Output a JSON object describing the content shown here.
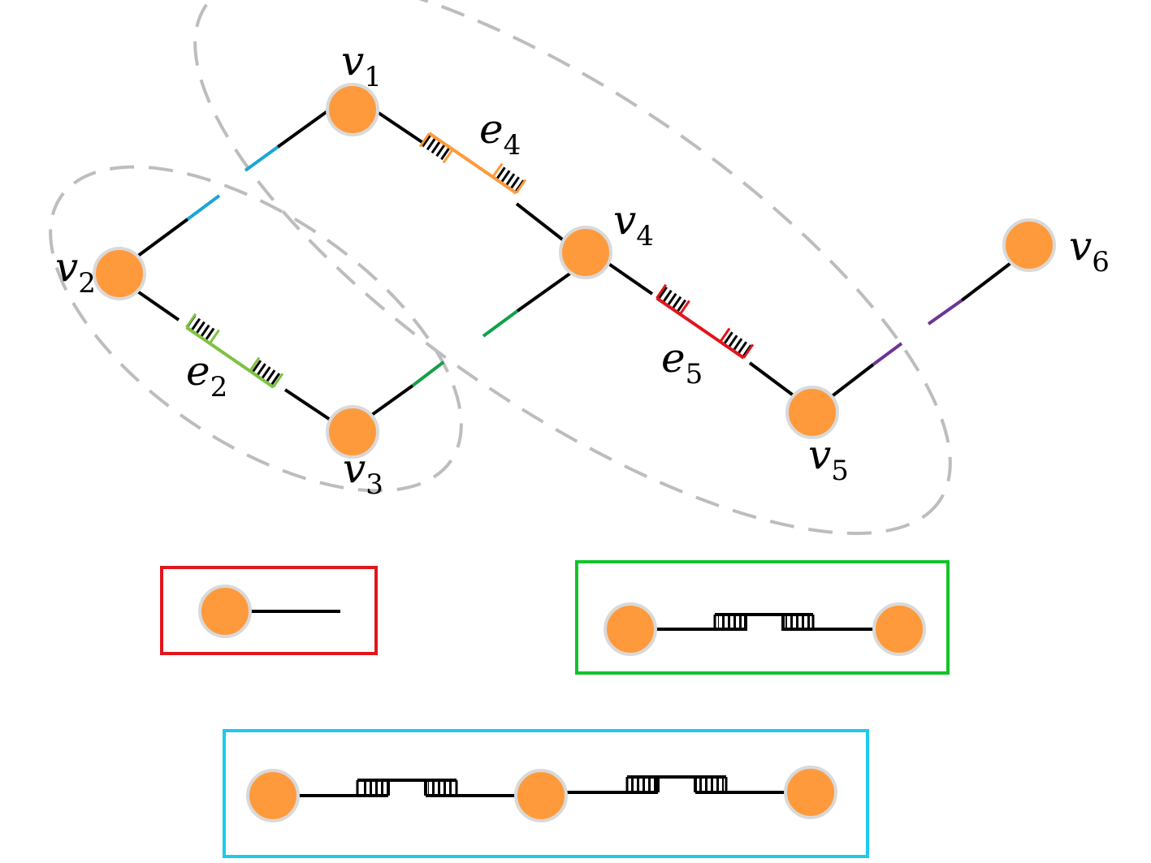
{
  "colors": {
    "node_fill": "#ff9a3c",
    "node_stroke": "#d9d9d9",
    "edge": "#000000",
    "hyperedge_outline": "#bdbdbd",
    "cyan": "#1aa6d6",
    "orange": "#ff9a3c",
    "lime": "#7fc241",
    "green": "#12a04a",
    "red": "#e0161b",
    "purple": "#6b3596",
    "box_red": "#e0161b",
    "box_green": "#12c32b",
    "box_cyan": "#1ec9ec"
  },
  "labels": {
    "v1": {
      "base": "v",
      "sub": "1"
    },
    "v2": {
      "base": "v",
      "sub": "2"
    },
    "v3": {
      "base": "v",
      "sub": "3"
    },
    "v4": {
      "base": "v",
      "sub": "4"
    },
    "v5": {
      "base": "v",
      "sub": "5"
    },
    "v6": {
      "base": "v",
      "sub": "6"
    },
    "e2": {
      "base": "e",
      "sub": "2"
    },
    "e4": {
      "base": "e",
      "sub": "4"
    },
    "e5": {
      "base": "e",
      "sub": "5"
    }
  },
  "legend": {
    "red_box": {
      "icon": "single-node-half-edge"
    },
    "green_box": {
      "icon": "two-nodes-one-bond"
    },
    "cyan_box": {
      "icon": "three-nodes-two-bonds"
    }
  }
}
